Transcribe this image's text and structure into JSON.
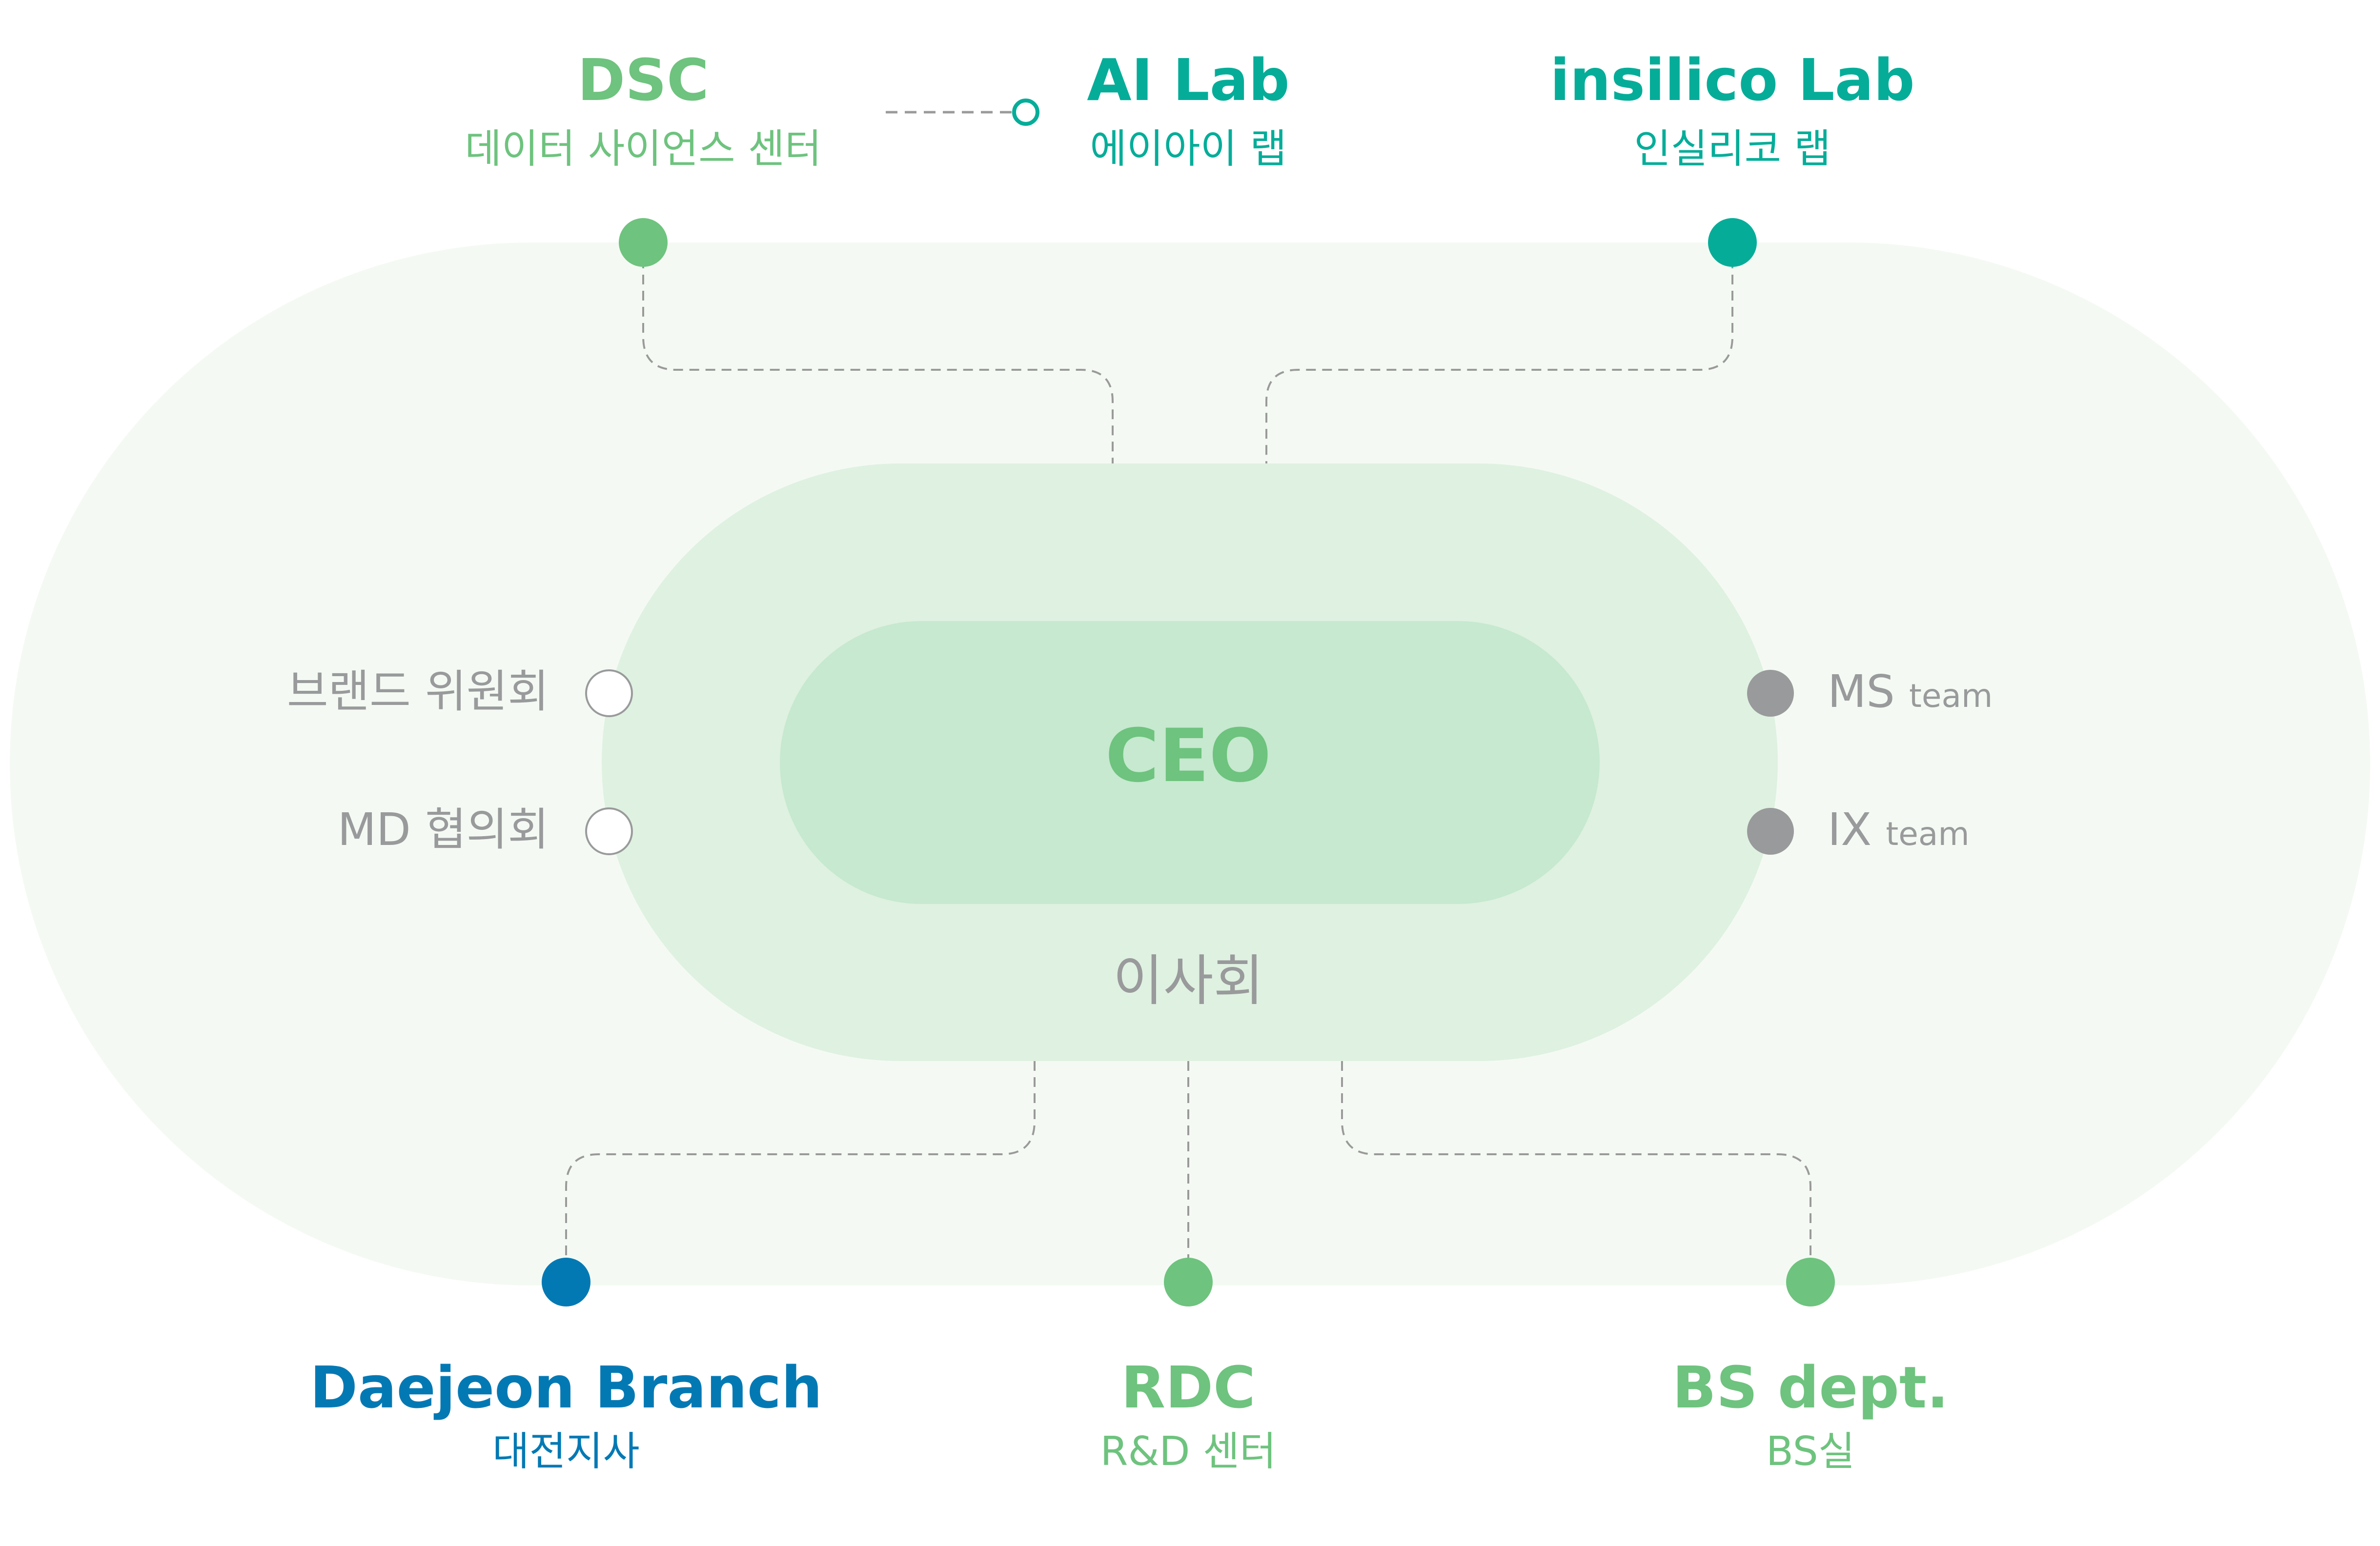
{
  "colors": {
    "green": "#6ec37e",
    "teal": "#05ad99",
    "blue": "#0379b4",
    "gray": "#999a9b",
    "bg_outer": "#f4faf3",
    "bg_mid": "#dff1e1",
    "bg_inner": "#c6e9cf"
  },
  "top": {
    "dsc": {
      "title": "DSC",
      "sub": "데이터 사이언스 센터"
    },
    "ailab": {
      "title": "AI Lab",
      "sub": "에이아이 랩"
    },
    "insilico": {
      "title": "insilico Lab",
      "sub": "인실리코 랩"
    }
  },
  "center": {
    "ceo": "CEO",
    "board": "이사회"
  },
  "left": {
    "brand": "브랜드 위원회",
    "md": "MD 협의회"
  },
  "right": {
    "ms": {
      "name": "MS",
      "suffix": "team"
    },
    "ix": {
      "name": "IX",
      "suffix": "team"
    }
  },
  "bottom": {
    "daejeon": {
      "title": "Daejeon Branch",
      "sub": "대전지사"
    },
    "rdc": {
      "title": "RDC",
      "sub": "R&D 센터"
    },
    "bs": {
      "title": "BS dept.",
      "sub": "BS실"
    }
  }
}
